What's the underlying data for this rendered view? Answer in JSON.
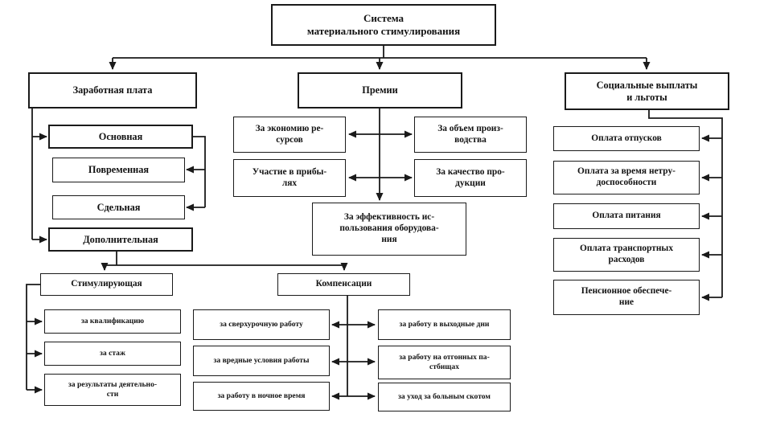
{
  "colors": {
    "ink": "#1a1a1a",
    "background": "#ffffff"
  },
  "diagram": {
    "root": "Система\nматериального стимулирования",
    "salary": {
      "header": "Заработная плата",
      "osnovnaya": "Основная",
      "povremennaya": "Повременная",
      "sdelnaya": "Сдельная",
      "dopolnitelnaya": "Дополнительная"
    },
    "premii": {
      "header": "Премии",
      "economy": "За экономию ре-\nсурсов",
      "volume": "За объем произ-\nводства",
      "profit": "Участие в прибы-\nлях",
      "quality": "За качество про-\nдукции",
      "equipment": "За эффективность ис-\nпользования оборудова-\nния"
    },
    "social": {
      "header": "Социальные выплаты\nи льготы",
      "vacation": "Оплата отпусков",
      "disability": "Оплата за время нетру-\nдоспособности",
      "meals": "Оплата питания",
      "transport": "Оплата транспортных\nрасходов",
      "pension": "Пенсионное обеспече-\nние"
    },
    "stimul": {
      "header": "Стимулирующая",
      "qualification": "за квалификацию",
      "seniority": "за стаж",
      "results": "за результаты деятельно-\nсти"
    },
    "compens": {
      "header": "Компенсации",
      "overtime": "за сверхурочную работу",
      "harmful": "за вредные условия работы",
      "night": "за работу в ночное время",
      "weekends": "за работу в выходные дни",
      "pastures": "за работу на отгонных па-\nстбищах",
      "livestock": "за уход за больным скотом"
    }
  }
}
